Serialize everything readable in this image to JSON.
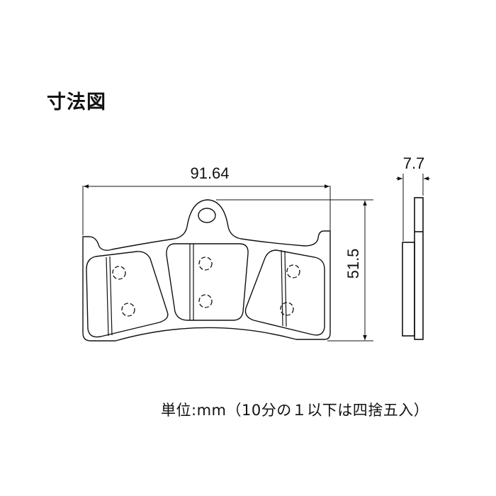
{
  "title": "寸法図",
  "dimensions": {
    "width": "91.64",
    "height": "51.5",
    "thickness": "7.7"
  },
  "unit_note": "単位:mm（10分の１以下は四捨五入）",
  "colors": {
    "line": "#111111",
    "background": "#ffffff"
  }
}
